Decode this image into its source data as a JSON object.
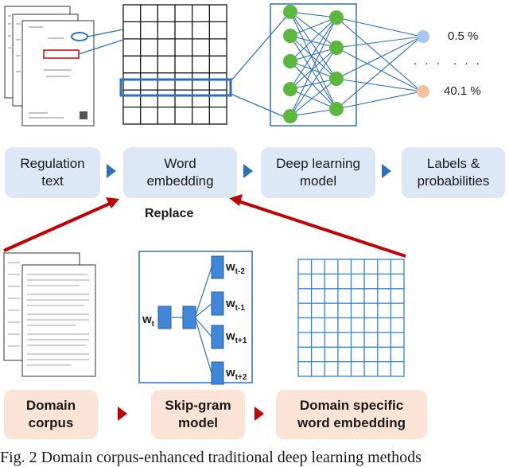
{
  "pipeline_top": {
    "boxes": [
      {
        "line1": "Regulation",
        "line2": "text"
      },
      {
        "line1": "Word",
        "line2": "embedding"
      },
      {
        "line1": "Deep learning",
        "line2": "model"
      },
      {
        "line1": "Labels &",
        "line2": "probabilities"
      }
    ]
  },
  "pipeline_bottom": {
    "boxes": [
      {
        "line1": "Domain",
        "line2": "corpus"
      },
      {
        "line1": "Skip-gram",
        "line2": "model"
      },
      {
        "line1": "Domain specific",
        "line2": "word embedding"
      }
    ]
  },
  "replace_label": "Replace",
  "output_probabilities": {
    "top": "0.5 %",
    "dots": ". . .",
    "dots2": ". . .",
    "bottom": "40.1 %"
  },
  "skipgram_labels": {
    "input": {
      "base": "w",
      "sub": "t"
    },
    "outputs": [
      {
        "base": "w",
        "sub": "t-2"
      },
      {
        "base": "w",
        "sub": "t-1"
      },
      {
        "base": "w",
        "sub": "t+1"
      },
      {
        "base": "w",
        "sub": "t+2"
      }
    ]
  },
  "caption": "Fig. 2 Domain corpus-enhanced traditional deep learning methods",
  "colors": {
    "blue_box": "#dce8f5",
    "peach_box": "#fbe3d6",
    "accent_blue": "#2e6fba",
    "accent_red": "#c00000",
    "node_green": "#5cb83c",
    "grid_blue": "#2f7fd6"
  }
}
